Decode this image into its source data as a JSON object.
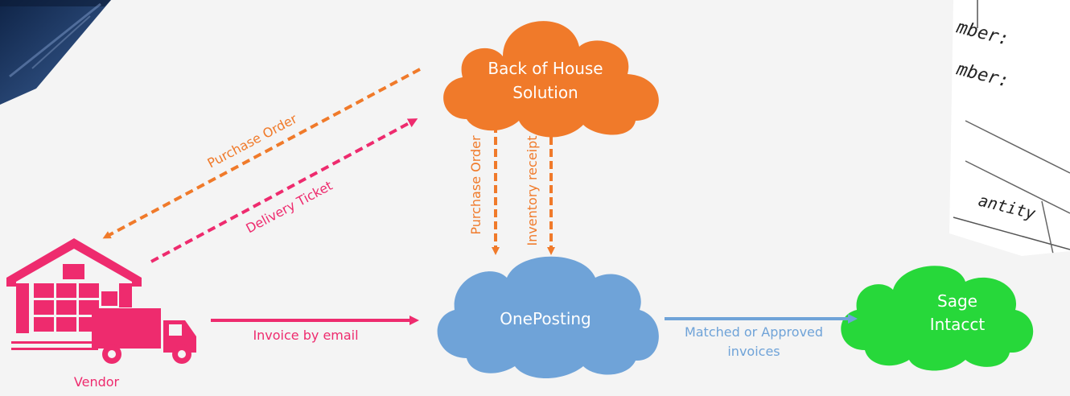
{
  "clouds": {
    "back_of_house": {
      "line1": "Back of House",
      "line2": "Solution",
      "color": "#f07a2a"
    },
    "oneposting": {
      "label": "OnePosting",
      "color": "#6fa3d8"
    },
    "sage": {
      "line1": "Sage",
      "line2": "Intacct",
      "color": "#27d83a"
    }
  },
  "vendor": {
    "label": "Vendor",
    "color": "#ee2b6e"
  },
  "flows": {
    "purchase_order_to_vendor": "Purchase Order",
    "delivery_ticket": "Delivery Ticket",
    "invoice_by_email": "Invoice by email",
    "purchase_order_down": "Purchase Order",
    "inventory_receipt": "Inventory receipt",
    "matched_line1": "Matched or Approved",
    "matched_line2": "invoices"
  },
  "document_photo": {
    "line1": "mber:",
    "line2": "mber:",
    "line3": "antity"
  },
  "colors": {
    "orange": "#f07a2a",
    "pink": "#ee2b6e",
    "blue": "#6fa3d8",
    "green": "#27d83a",
    "dark_blue": "#1e3a6b"
  }
}
